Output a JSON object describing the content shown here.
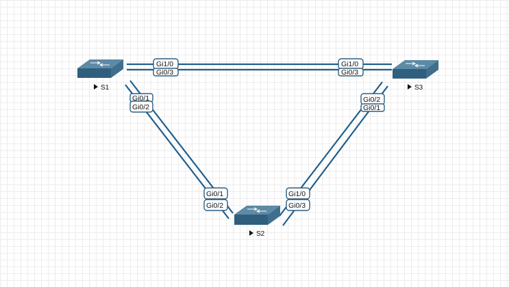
{
  "topology": {
    "devices": [
      {
        "id": "s1",
        "name": "S1",
        "icon": "switch-icon"
      },
      {
        "id": "s2",
        "name": "S2",
        "icon": "switch-icon"
      },
      {
        "id": "s3",
        "name": "S3",
        "icon": "switch-icon"
      }
    ],
    "ports": {
      "s1_s3_a": "Gi1/0",
      "s1_s3_b": "Gi0/3",
      "s3_s1_a": "Gi1/0",
      "s3_s1_b": "Gi0/3",
      "s1_s2_a": "Gi0/1",
      "s1_s2_b": "Gi0/2",
      "s2_s1_a": "Gi0/1",
      "s2_s1_b": "Gi0/2",
      "s2_s3_a": "Gi1/0",
      "s2_s3_b": "Gi0/3",
      "s3_s2_a": "Gi0/2",
      "s3_s2_b": "Gi0/1"
    },
    "colors": {
      "link": "#1f5f8b",
      "switch_front": "#2f5f7c",
      "switch_top": "#5d8aa5",
      "grid": "#ececec"
    }
  }
}
